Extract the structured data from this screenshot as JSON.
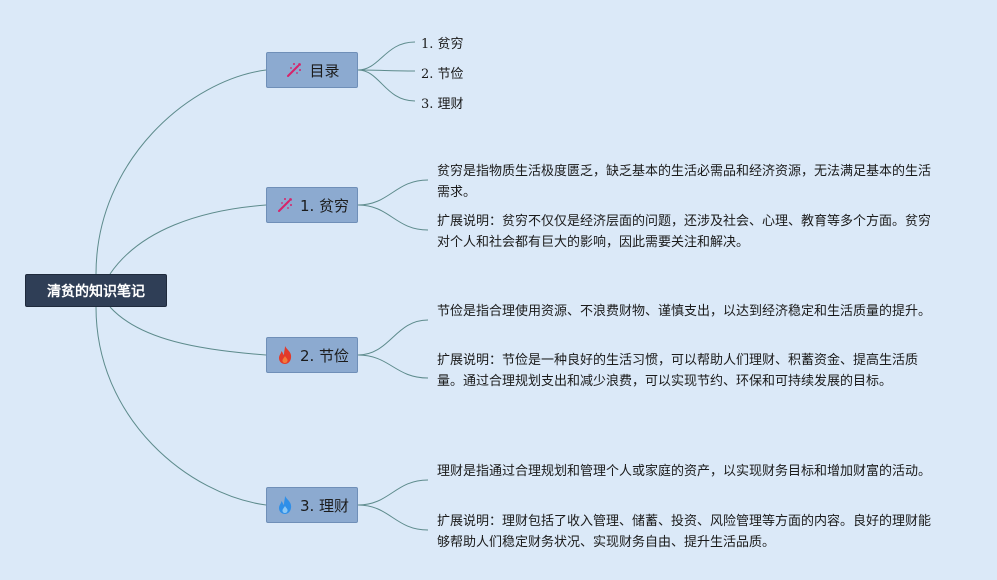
{
  "root": {
    "label": "清贫的知识笔记"
  },
  "branches": [
    {
      "label": "目录",
      "icon": "sparkle-icon",
      "children": [
        "1. 贫穷",
        "2. 节俭",
        "3. 理财"
      ]
    },
    {
      "label": "1. 贫穷",
      "icon": "sparkle-icon",
      "children": [
        "贫穷是指物质生活极度匮乏，缺乏基本的生活必需品和经济资源，无法满足基本的生活需求。",
        "扩展说明：贫穷不仅仅是经济层面的问题，还涉及社会、心理、教育等多个方面。贫穷对个人和社会都有巨大的影响，因此需要关注和解决。"
      ]
    },
    {
      "label": "2. 节俭",
      "icon": "fire-icon",
      "children": [
        "节俭是指合理使用资源、不浪费财物、谨慎支出，以达到经济稳定和生活质量的提升。",
        "扩展说明：节俭是一种良好的生活习惯，可以帮助人们理财、积蓄资金、提高生活质量。通过合理规划支出和减少浪费，可以实现节约、环保和可持续发展的目标。"
      ]
    },
    {
      "label": "3. 理财",
      "icon": "flame-icon",
      "children": [
        "理财是指通过合理规划和管理个人或家庭的资产，以实现财务目标和增加财富的活动。",
        "扩展说明：理财包括了收入管理、储蓄、投资、风险管理等方面的内容。良好的理财能够帮助人们稳定财务状况、实现财务自由、提升生活品质。"
      ]
    }
  ],
  "colors": {
    "background": "#dbe9f8",
    "root_fill": "#2f3e56",
    "branch_fill": "#8caad0",
    "connector": "#5d8b8c",
    "sparkle_icon": "#d6246a",
    "fire_icon": "#e23a2b",
    "flame_icon": "#2f8fe8"
  }
}
